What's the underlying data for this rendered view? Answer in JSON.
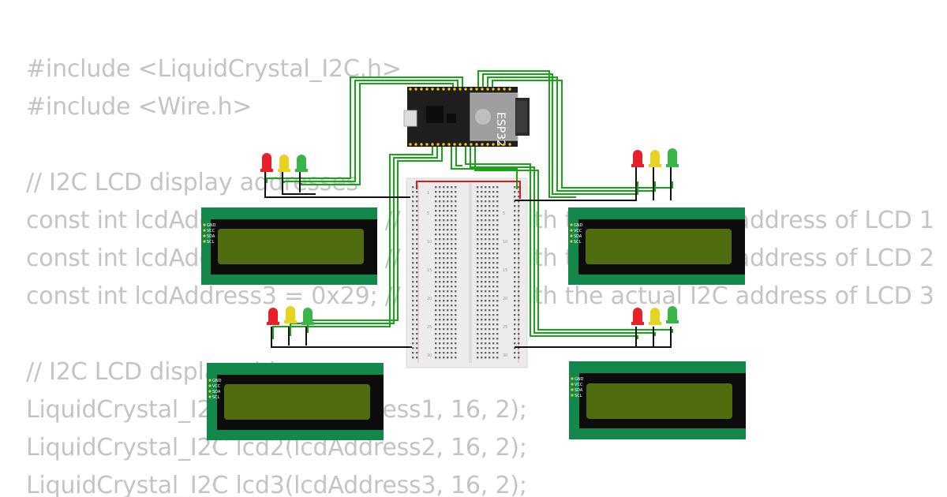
{
  "code_lines": [
    "#include <LiquidCrystal_I2C.h>",
    "#include <Wire.h>",
    "",
    "// I2C LCD display addresses",
    "const int lcdAddress1 = 0x27; // Replace with the actual I2C address of LCD 1",
    "const int lcdAddress2 = 0x28; // Replace with the actual I2C address of LCD 2",
    "const int lcdAddress3 = 0x29; // Replace with the actual I2C address of LCD 3",
    "",
    "// I2C LCD display objects",
    "LiquidCrystal_I2C lcd1(lcdAddress1, 16, 2);",
    "LiquidCrystal_I2C lcd2(lcdAddress2, 16, 2);",
    "LiquidCrystal_I2C lcd3(lcdAddress3, 16, 2);"
  ],
  "board": {
    "label": "ESP32"
  },
  "lcd_pins": [
    "GND",
    "VCC",
    "SDA",
    "SCL"
  ],
  "breadboard_numbers": [
    "1",
    "5",
    "10",
    "15",
    "20",
    "25",
    "30"
  ],
  "colors": {
    "wire_green": "#16a516",
    "wire_black": "#111111",
    "wire_red": "#d41c1c",
    "lcd_pcb": "#12894a",
    "lcd_screen": "#4f6d0e",
    "led_red": "#e8202a",
    "led_yellow": "#e7d321",
    "led_green": "#3ab54a",
    "code_text": "#c4c4c4"
  }
}
